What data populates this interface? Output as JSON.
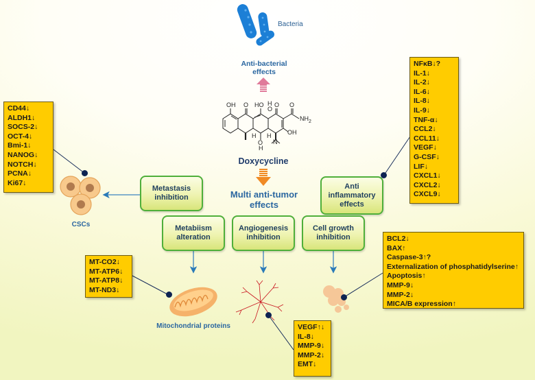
{
  "top": {
    "bacteria_label": "Bacteria",
    "antibacterial_label_line1": "Anti-bacterial",
    "antibacterial_label_line2": "effects",
    "drug_name": "Doxycycline",
    "multi_antitumor_line1": "Multi anti-tumor",
    "multi_antitumor_line2": "effects"
  },
  "molecule_labels": {
    "oh1": "OH",
    "o1": "O",
    "ho": "HO",
    "h1": "H",
    "o2": "O",
    "o3": "O",
    "o4": "O",
    "nh2": "NH",
    "nh2_sub": "2",
    "oh2": "OH",
    "h2": "H",
    "h3": "H",
    "oh3": "O",
    "h4": "H",
    "n": "N"
  },
  "effect_boxes": {
    "metastasis": {
      "line1": "Metastasis",
      "line2": "inhibition"
    },
    "anti_inflammatory": {
      "line1": "Anti",
      "line2": "inflammatory",
      "line3": "effects"
    },
    "metabolism": {
      "line1": "Metabiism",
      "line2": "alteration"
    },
    "angiogenesis": {
      "line1": "Angiogenesis",
      "line2": "inhibition"
    },
    "cell_growth": {
      "line1": "Cell growth",
      "line2": "inhibition"
    }
  },
  "targets": {
    "cscs_label": "CSCs",
    "mito_label": "Mitochondrial proteins"
  },
  "marker_lists": {
    "csc_markers": [
      "CD44↓",
      "ALDH1↓",
      "SOCS-2↓",
      "OCT-4↓",
      "Bmi-1↓",
      "NANOG↓",
      "NOTCH↓",
      "PCNA↓",
      "Ki67↓"
    ],
    "inflammatory_markers": [
      "NFκB↓?",
      "IL-1↓",
      "IL-2↓",
      "IL-6↓",
      "IL-8↓",
      "IL-9↓",
      "TNF-α↓",
      "CCL2↓",
      "CCL11↓",
      "VEGF↓",
      "G-CSF↓",
      "LIF↓",
      "CXCL1↓",
      "CXCL2↓",
      "CXCL9↓"
    ],
    "mito_markers": [
      "MT-CO2↓",
      "MT-ATP6↓",
      "MT-ATP8↓",
      "MT-ND3↓"
    ],
    "angio_markers": [
      "VEGF↑↓",
      "IL-8↓",
      "MMP-9↓",
      "MMP-2↓",
      "EMT↓"
    ],
    "growth_markers": [
      "BCL2↓",
      "BAX↑",
      "Caspase-3↑?",
      "Externalization of phosphatidylserine↑",
      "Apoptosis↑",
      "MMP-9↓",
      "MMP-2↓",
      "MICA/B expression↑"
    ]
  },
  "colors": {
    "marker_box": "#ffcc00",
    "effect_box_border": "#4faf3a",
    "label_blue": "#2a66a0",
    "bacteria_blue": "#1c7fd6",
    "up_arrow_pink": "#e07a9a",
    "down_arrow_orange": "#f08a24"
  }
}
